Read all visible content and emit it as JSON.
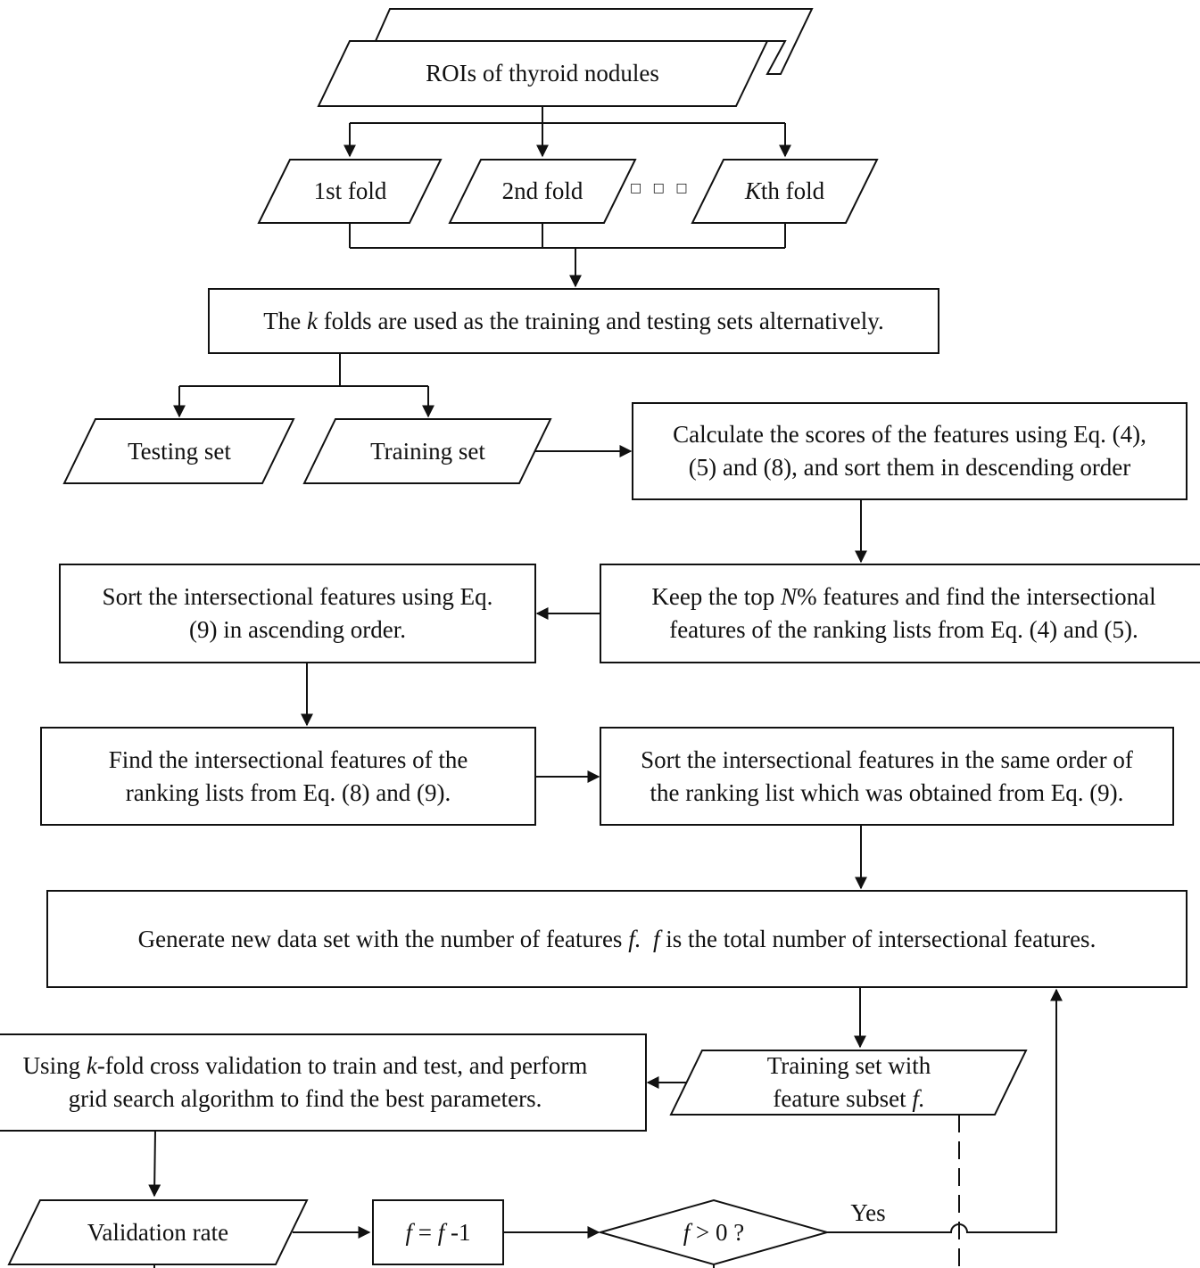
{
  "roi_input": "ROIs of thyroid nodules",
  "folds": {
    "first": "1st fold",
    "second": "2nd fold",
    "ellipsis": "□ □ □",
    "kth_italic": "K",
    "kth_rest": "th fold"
  },
  "alternation_box": {
    "pre": "The ",
    "k": "k",
    "post": " folds are used as the training and testing sets alternatively."
  },
  "testing_set": "Testing set",
  "training_set": "Training set",
  "calc_scores": "Calculate the scores of the features using Eq. (4),\n(5) and (8), and sort them in descending order",
  "keep_top": {
    "pre": "Keep the top ",
    "n": "N",
    "post": "% features and find the intersectional",
    "line2": "features of the ranking lists from Eq. (4) and (5)."
  },
  "sort_asc": "Sort the intersectional features using Eq.\n(9) in ascending order.",
  "find_intersect": "Find the intersectional features of the\nranking lists from Eq. (8) and (9).",
  "sort_same": "Sort the intersectional features in the same order of\nthe ranking list which was obtained from Eq. (9).",
  "generate": {
    "pre": "Generate new data set with the number of features ",
    "f1": "f.",
    "mid": "  ",
    "f2": "f",
    "post": " is the total number of intersectional features."
  },
  "training_subset": {
    "line1": "Training set with",
    "line2_pre": "feature subset ",
    "line2_f": "f."
  },
  "cross_validation": {
    "pre": "Using ",
    "k": "k",
    "post": "-fold cross validation to train and test, and perform",
    "line2": "grid search algorithm to find the best parameters."
  },
  "validation_rate": "Validation rate",
  "decrement": {
    "f_a": "f",
    "eq": " = ",
    "f_b": "f",
    "minus": " -1"
  },
  "condition": {
    "f": "f",
    "rest": " > 0 ?"
  },
  "yes_label": "Yes"
}
